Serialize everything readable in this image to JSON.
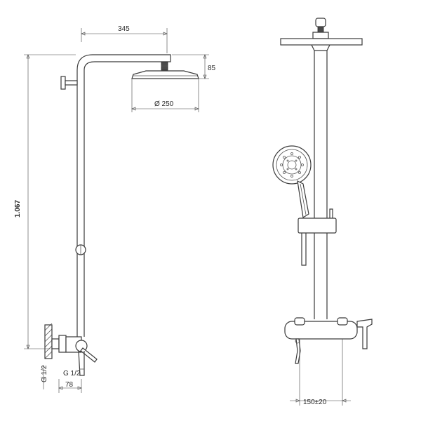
{
  "dimensions": {
    "arm_length": "345",
    "head_height": "85",
    "head_diameter": "Ø 250",
    "total_height": "1.067",
    "inlet_thread_vertical": "G 1/2",
    "inlet_thread_horizontal": "G 1/2",
    "wall_offset": "78",
    "inlet_spacing": "150±20"
  }
}
